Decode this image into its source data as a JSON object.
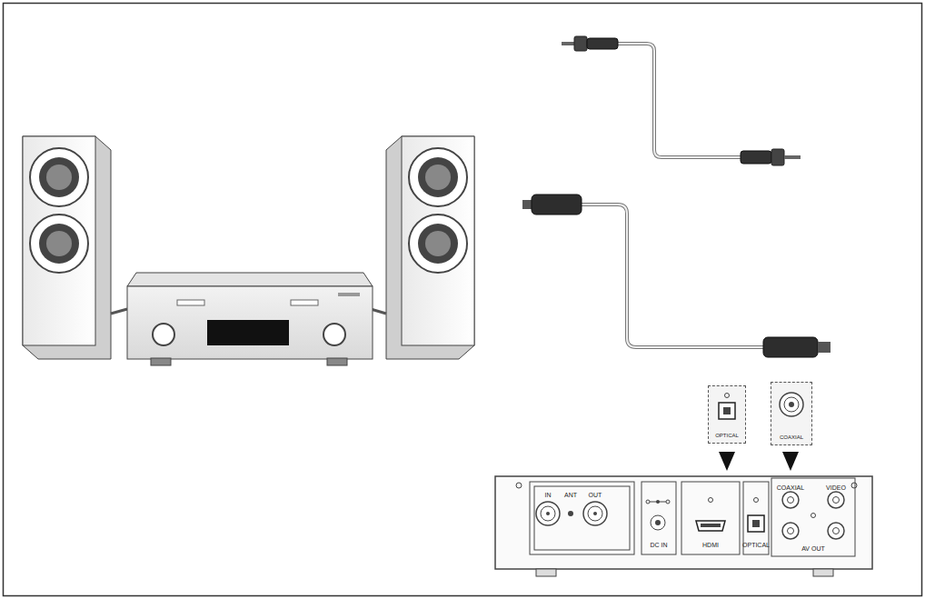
{
  "diagram": {
    "nodes": [
      {
        "text": [
          "OPTICAL"
        ]
      },
      {
        "text": [
          "COAXIAL"
        ]
      }
    ],
    "labels": [
      "IN",
      "ANT",
      "OUT",
      "DC IN",
      "HDMI",
      "OPTICAL",
      "COAXIAL",
      "VIDEO",
      "AV OUT"
    ]
  }
}
